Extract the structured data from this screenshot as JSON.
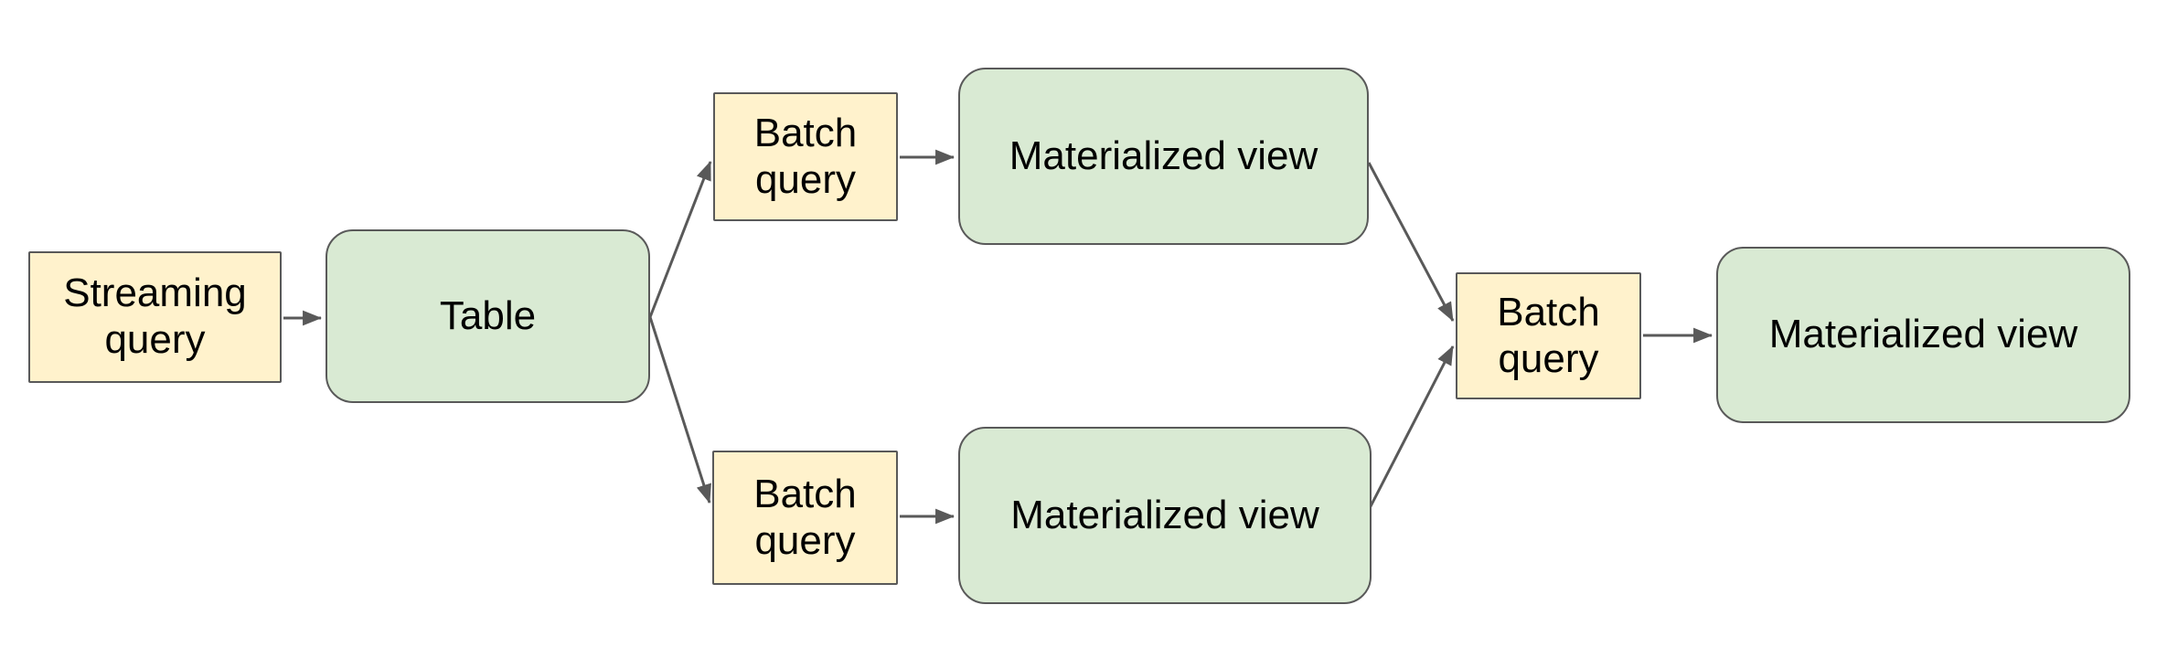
{
  "diagram": {
    "background": "#ffffff",
    "colors": {
      "query_fill": "#fff2cc",
      "store_fill": "#d9ead3",
      "border": "#595959",
      "arrow": "#595959",
      "text": "#000000"
    },
    "nodes": {
      "streaming_query": {
        "label": "Streaming query",
        "shape": "rectangle",
        "fill": "#fff2cc"
      },
      "table": {
        "label": "Table",
        "shape": "rounded-rectangle",
        "fill": "#d9ead3"
      },
      "batch_query_top": {
        "label": "Batch query",
        "shape": "rectangle",
        "fill": "#fff2cc"
      },
      "materialized_view_top": {
        "label": "Materialized view",
        "shape": "rounded-rectangle",
        "fill": "#d9ead3"
      },
      "batch_query_bottom": {
        "label": "Batch query",
        "shape": "rectangle",
        "fill": "#fff2cc"
      },
      "materialized_view_bottom": {
        "label": "Materialized view",
        "shape": "rounded-rectangle",
        "fill": "#d9ead3"
      },
      "batch_query_final": {
        "label": "Batch query",
        "shape": "rectangle",
        "fill": "#fff2cc"
      },
      "materialized_view_final": {
        "label": "Materialized view",
        "shape": "rounded-rectangle",
        "fill": "#d9ead3"
      }
    },
    "edges": [
      {
        "from": "streaming_query",
        "to": "table"
      },
      {
        "from": "table",
        "to": "batch_query_top"
      },
      {
        "from": "table",
        "to": "batch_query_bottom"
      },
      {
        "from": "batch_query_top",
        "to": "materialized_view_top"
      },
      {
        "from": "batch_query_bottom",
        "to": "materialized_view_bottom"
      },
      {
        "from": "materialized_view_top",
        "to": "batch_query_final"
      },
      {
        "from": "materialized_view_bottom",
        "to": "batch_query_final"
      },
      {
        "from": "batch_query_final",
        "to": "materialized_view_final"
      }
    ]
  }
}
